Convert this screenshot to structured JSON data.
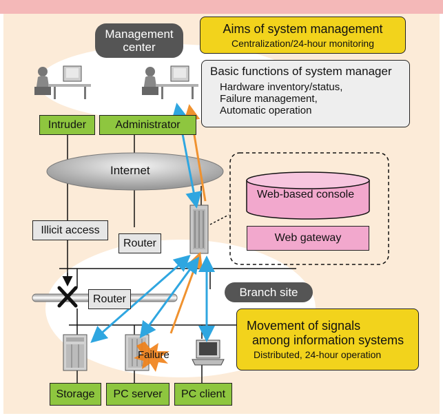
{
  "management_center": "Management center",
  "aims": {
    "title": "Aims of system management",
    "subtitle": "Centralization/24-hour monitoring"
  },
  "basic_functions": {
    "title": "Basic functions of system manager",
    "items": [
      "Hardware inventory/status,",
      "Failure management,",
      "Automatic operation"
    ]
  },
  "users": {
    "intruder": "Intruder",
    "administrator": "Administrator"
  },
  "internet": "Internet",
  "illicit_access": "Illicit access",
  "router_label": "Router",
  "console": {
    "web_console": "Web-based console",
    "web_gateway": "Web gateway"
  },
  "branch_site": "Branch site",
  "movement": {
    "title_line1": "Movement of signals",
    "title_line2": "among information systems",
    "subtitle": "Distributed, 24-hour operation"
  },
  "failure": "Failure",
  "devices": {
    "storage": "Storage",
    "pc_server": "PC server",
    "pc_client": "PC client"
  },
  "colors": {
    "top_band": "#f4b8b8",
    "background": "#fcebd8",
    "green_label": "#8ec63f",
    "yellow_box": "#f2d31c",
    "pink_box": "#f2a8cd",
    "blue_arrow": "#2fa6e0",
    "orange_arrow": "#f0922f"
  },
  "icons": [
    "person-at-computer-icon",
    "server-tower-icon",
    "storage-unit-icon",
    "laptop-icon",
    "burst-icon",
    "cross-mark-icon"
  ]
}
